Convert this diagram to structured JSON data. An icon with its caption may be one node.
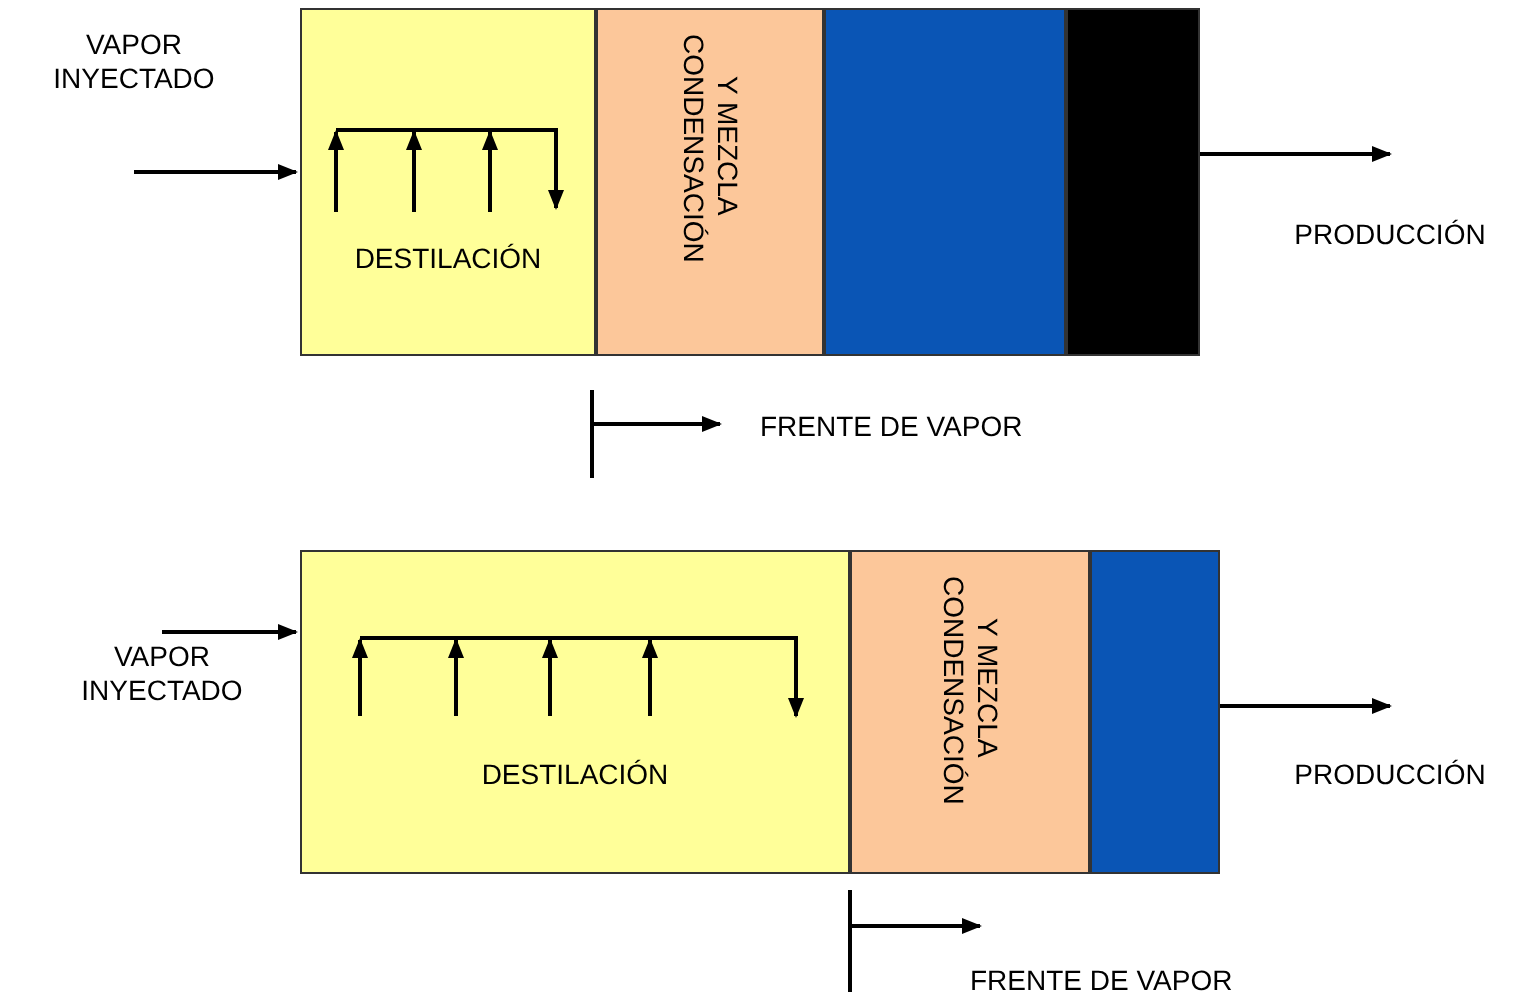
{
  "diagram": {
    "nodes": [
      {
        "text": [
          "VAPOR INYECTADO"
        ]
      },
      {
        "text": [
          "DESTILACIÓN"
        ]
      },
      {
        "text": [
          "CONDENSACIÓN Y MEZCLA"
        ]
      },
      {
        "text": [],
        "shape": "box"
      },
      {
        "text": [],
        "shape": "box"
      },
      {
        "text": [
          "PRODUCCIÓN"
        ]
      },
      {
        "text": [
          "VAPOR INYECTADO"
        ]
      },
      {
        "text": [
          "DESTILACIÓN"
        ]
      },
      {
        "text": [
          "CONDENSACIÓN Y MEZCLA"
        ]
      },
      {
        "text": [],
        "shape": "box"
      },
      {
        "text": [
          "PRODUCCIÓN"
        ]
      }
    ],
    "edges": [
      {
        "from": 0,
        "to": 1,
        "arrow": "to"
      },
      {
        "from": 4,
        "to": 5,
        "arrow": "to"
      },
      {
        "from": 6,
        "to": 7,
        "arrow": "to"
      },
      {
        "from": 9,
        "to": 10,
        "arrow": "to"
      }
    ],
    "labels": [
      "FRENTE DE VAPOR",
      "FRENTE DE VAPOR"
    ]
  }
}
